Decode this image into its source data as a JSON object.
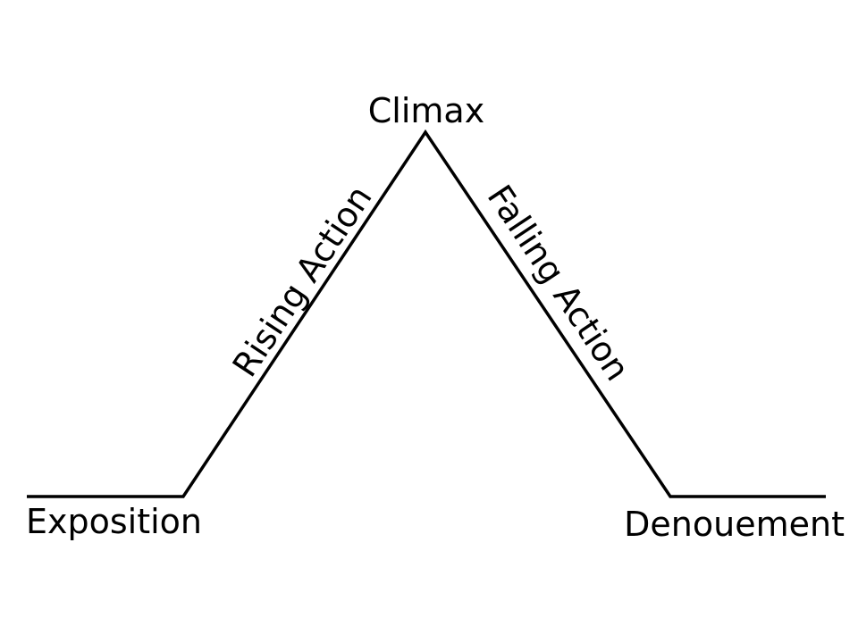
{
  "diagram": {
    "climax": "Climax",
    "rising_action": "Rising Action",
    "falling_action": "Falling Action",
    "exposition": "Exposition",
    "denouement": "Denouement"
  },
  "colors": {
    "line": "#000000",
    "text": "#000000",
    "background": "#ffffff"
  }
}
